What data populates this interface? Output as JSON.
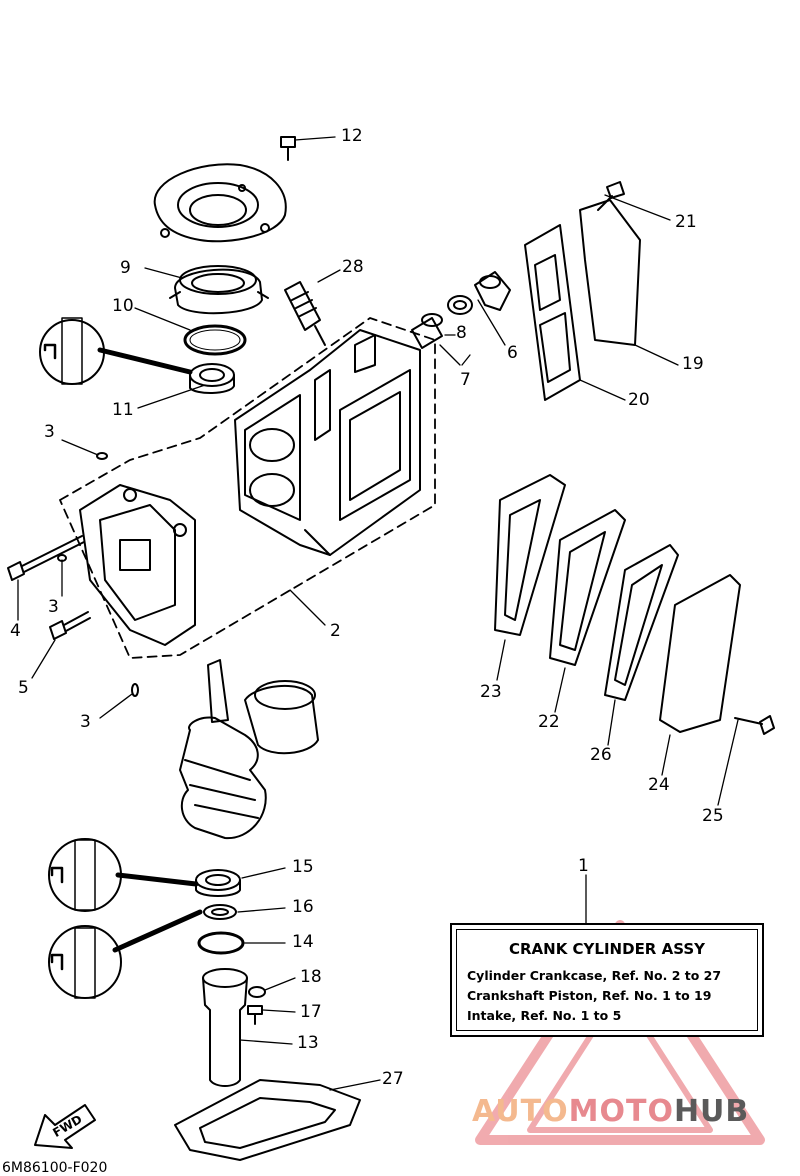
{
  "parts": [
    {
      "ref": "1"
    },
    {
      "ref": "2"
    },
    {
      "ref": "3"
    },
    {
      "ref": "3"
    },
    {
      "ref": "3"
    },
    {
      "ref": "4"
    },
    {
      "ref": "5"
    },
    {
      "ref": "6"
    },
    {
      "ref": "7"
    },
    {
      "ref": "8"
    },
    {
      "ref": "9"
    },
    {
      "ref": "10"
    },
    {
      "ref": "11"
    },
    {
      "ref": "12"
    },
    {
      "ref": "13"
    },
    {
      "ref": "14"
    },
    {
      "ref": "15"
    },
    {
      "ref": "16"
    },
    {
      "ref": "17"
    },
    {
      "ref": "18"
    },
    {
      "ref": "19"
    },
    {
      "ref": "20"
    },
    {
      "ref": "21"
    },
    {
      "ref": "22"
    },
    {
      "ref": "23"
    },
    {
      "ref": "24"
    },
    {
      "ref": "25"
    },
    {
      "ref": "26"
    },
    {
      "ref": "27"
    },
    {
      "ref": "28"
    }
  ],
  "assembly_box": {
    "title": "CRANK CYLINDER ASSY",
    "lines": [
      "Cylinder Crankcase,  Ref. No. 2 to 27",
      "Crankshaft Piston,  Ref. No. 1 to 19",
      "Intake,  Ref. No. 1 to 5"
    ]
  },
  "direction_arrow": "FWD",
  "diagram_code": "6M86100-F020",
  "watermark": {
    "part1": "AUTO",
    "part2": "MOTO",
    "part3": "HUB"
  }
}
